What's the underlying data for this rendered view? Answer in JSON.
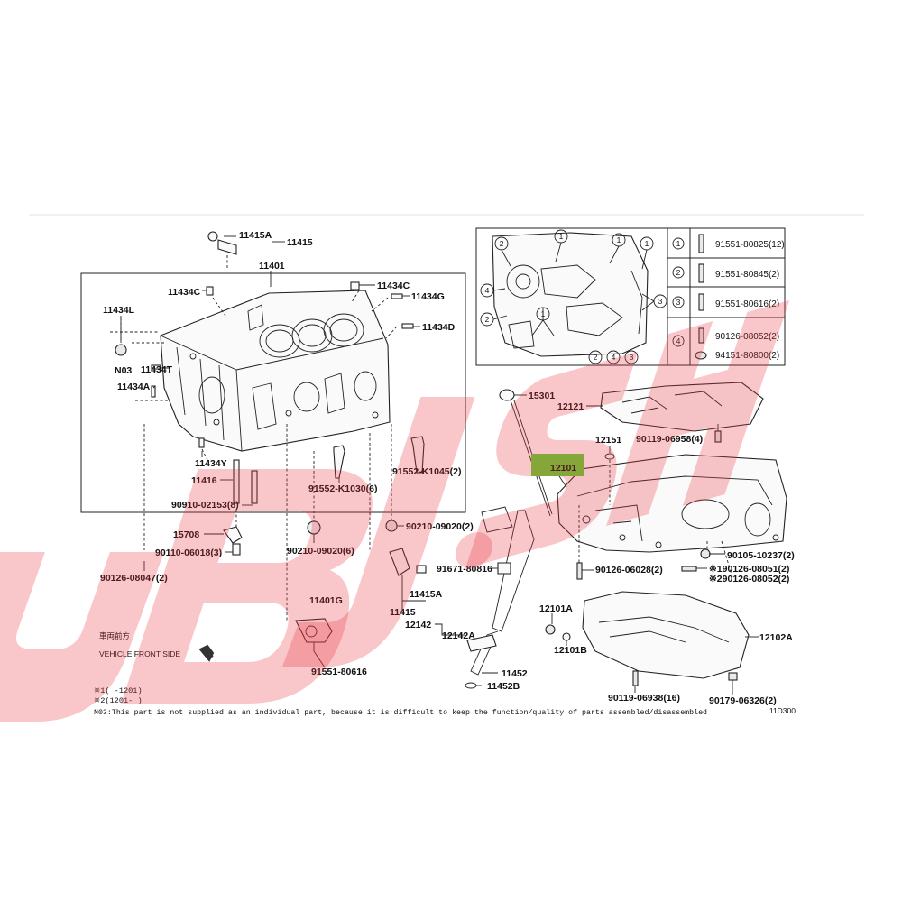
{
  "labels": {
    "p11415A": "11415A",
    "p11415": "11415",
    "p11401": "11401",
    "p11434C_l": "11434C",
    "p11434C_r": "11434C",
    "p11434G": "11434G",
    "p11434L": "11434L",
    "p11434D": "11434D",
    "pN03": "N03",
    "p11434T": "11434T",
    "p11434A": "11434A",
    "p11434Y": "11434Y",
    "p11416": "11416",
    "p90910": "90910-02153(8)",
    "p91552K1030": "91552-K1030(6)",
    "p91552K1045": "91552-K1045(2)",
    "p15708": "15708",
    "p90110": "90110-06018(3)",
    "p90126_08047": "90126-08047(2)",
    "p90210_6": "90210-09020(6)",
    "p90210_2": "90210-09020(2)",
    "p11415A_b": "11415A",
    "p11415_b": "11415",
    "p11401G": "11401G",
    "p91551_80616": "91551-80616",
    "p15301": "15301",
    "p12121": "12121",
    "p90119_06958": "90119-06958(4)",
    "p12151": "12151",
    "p12101": "12101",
    "p90105": "90105-10237(2)",
    "p91671": "91671-80816",
    "p90126_06028": "90126-06028(2)",
    "p90126_08051": "※190126-08051(2)",
    "p90126_08052b": "※290126-08052(2)",
    "p12142": "12142",
    "p12142A": "12142A",
    "p12101A": "12101A",
    "p12101B": "12101B",
    "p12102A": "12102A",
    "p11452": "11452",
    "p11452B": "11452B",
    "p90119_06938": "90119-06938(16)",
    "p90179": "90179-06326(2)"
  },
  "legend": {
    "n1": "1",
    "n2": "2",
    "n3": "3",
    "n4": "4",
    "r1": "91551-80825(12)",
    "r2": "91551-80845(2)",
    "r3": "91551-80616(2)",
    "r4a": "90126-08052(2)",
    "r4b": "94151-80800(2)"
  },
  "callouts": {
    "c1": "1",
    "c2": "2",
    "c3": "3",
    "c4": "4"
  },
  "notes": {
    "front_jp": "車両前方",
    "front_en": "VEHICLE FRONT SIDE",
    "note1": "※1(    -1201)",
    "note2": "※2(1201-    )",
    "n03_note": "N03:This part is not supplied as an individual part, because it is difficult to keep the function/quality of parts assembled/disassembled",
    "diagram_code": "11D300"
  },
  "watermark": {
    "text": "UBJ·SHOP",
    "color": "#e8323c"
  },
  "highlight": {
    "color": "#5fd53a"
  }
}
